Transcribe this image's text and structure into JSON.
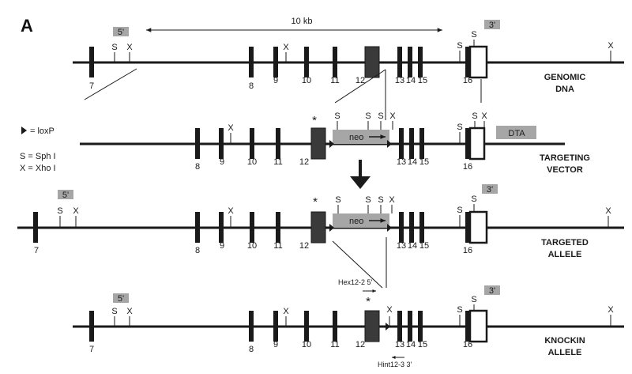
{
  "panel_label": "A",
  "scale_label": "10 kb",
  "legend": {
    "loxp": "= loxP",
    "sph": "S = Sph I",
    "xho": "X = Xho I"
  },
  "rows": {
    "genomic": {
      "title_line1": "GENOMIC",
      "title_line2": "DNA"
    },
    "vector": {
      "title_line1": "TARGETING",
      "title_line2": "VECTOR"
    },
    "targeted": {
      "title_line1": "TARGETED",
      "title_line2": "ALLELE"
    },
    "knockin": {
      "title_line1": "KNOCKIN",
      "title_line2": "ALLELE"
    }
  },
  "probe_5": "5'",
  "probe_3": "3'",
  "neo_label": "neo",
  "dta_label": "DTA",
  "site_s": "S",
  "site_x": "X",
  "asterisk": "*",
  "primer_fwd": "Hex12-2 5'",
  "primer_rev": "Hint12-3 3'",
  "exons": {
    "e7": "7",
    "e8": "8",
    "e9": "9",
    "e10": "10",
    "e11": "11",
    "e12": "12",
    "e13": "13",
    "e14": "14",
    "e15": "15",
    "e16": "16"
  }
}
